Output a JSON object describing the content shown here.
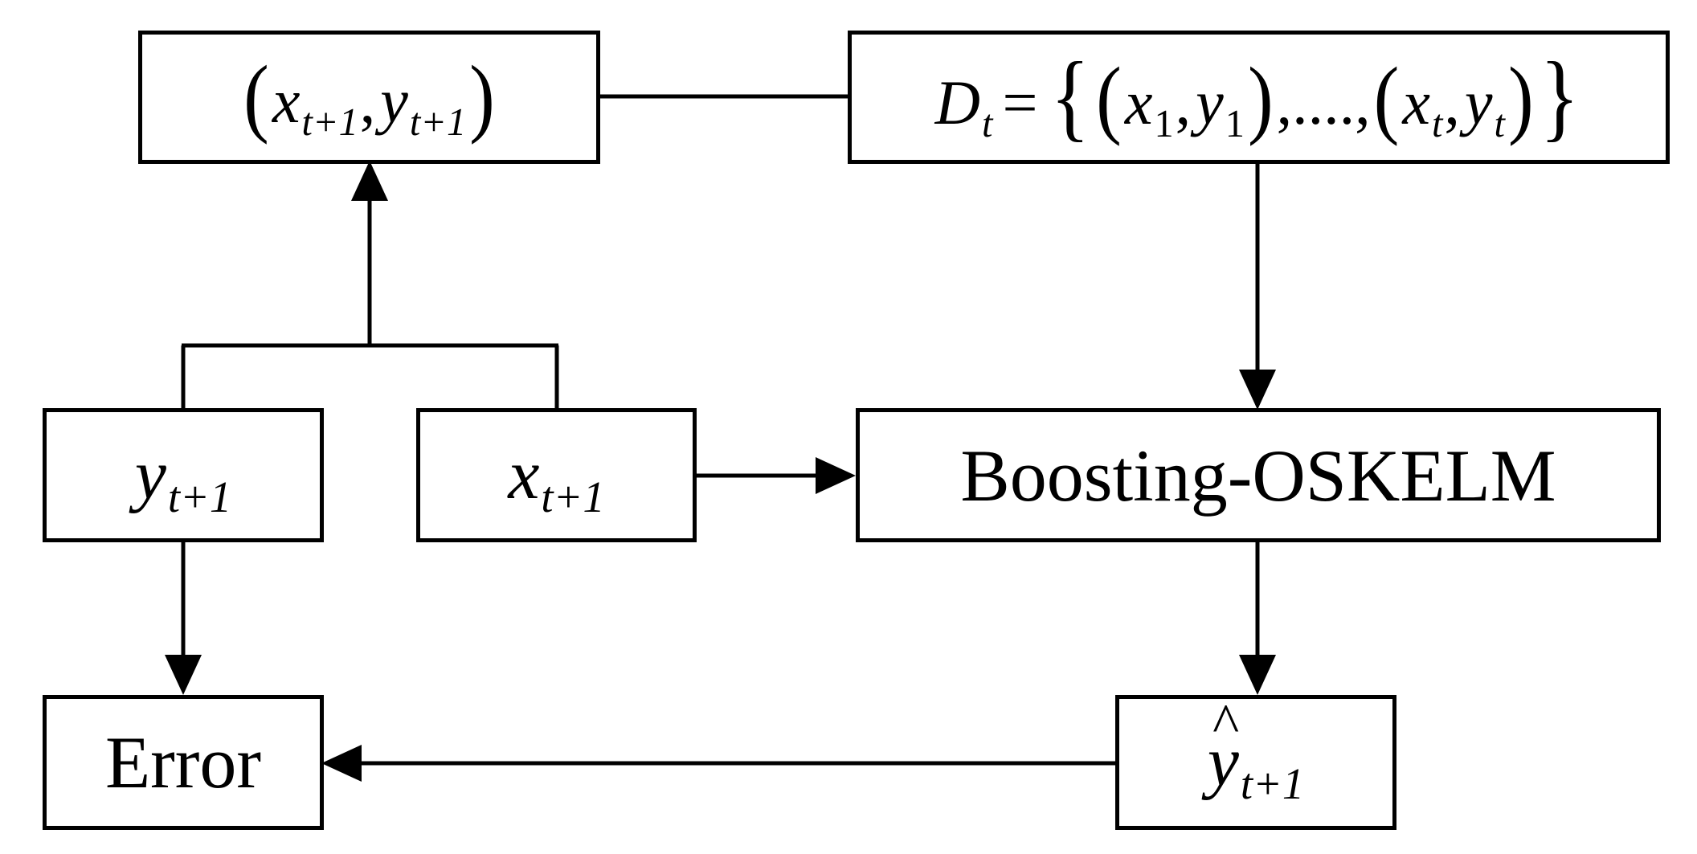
{
  "diagram": {
    "nodes": {
      "pair_new": {
        "x": "x",
        "y": "y",
        "subscript": "t+1",
        "open": "(",
        "close": ")",
        "comma": ","
      },
      "dataset": {
        "lhs": "D",
        "lhs_sub": "t",
        "equals": "=",
        "brace_open": "{",
        "brace_close": "}",
        "x": "x",
        "y": "y",
        "first_sub": "1",
        "last_sub": "t",
        "open": "(",
        "close": ")",
        "comma": ",",
        "ellipsis": ",....,"
      },
      "y_true": {
        "symbol": "y",
        "subscript": "t+1"
      },
      "x_input": {
        "symbol": "x",
        "subscript": "t+1"
      },
      "model": {
        "label": "Boosting-OSKELM"
      },
      "error": {
        "label": "Error"
      },
      "y_pred": {
        "symbol": "y",
        "hat": "^",
        "subscript": "t+1"
      }
    },
    "colors": {
      "stroke": "#000000",
      "background": "#ffffff"
    }
  }
}
